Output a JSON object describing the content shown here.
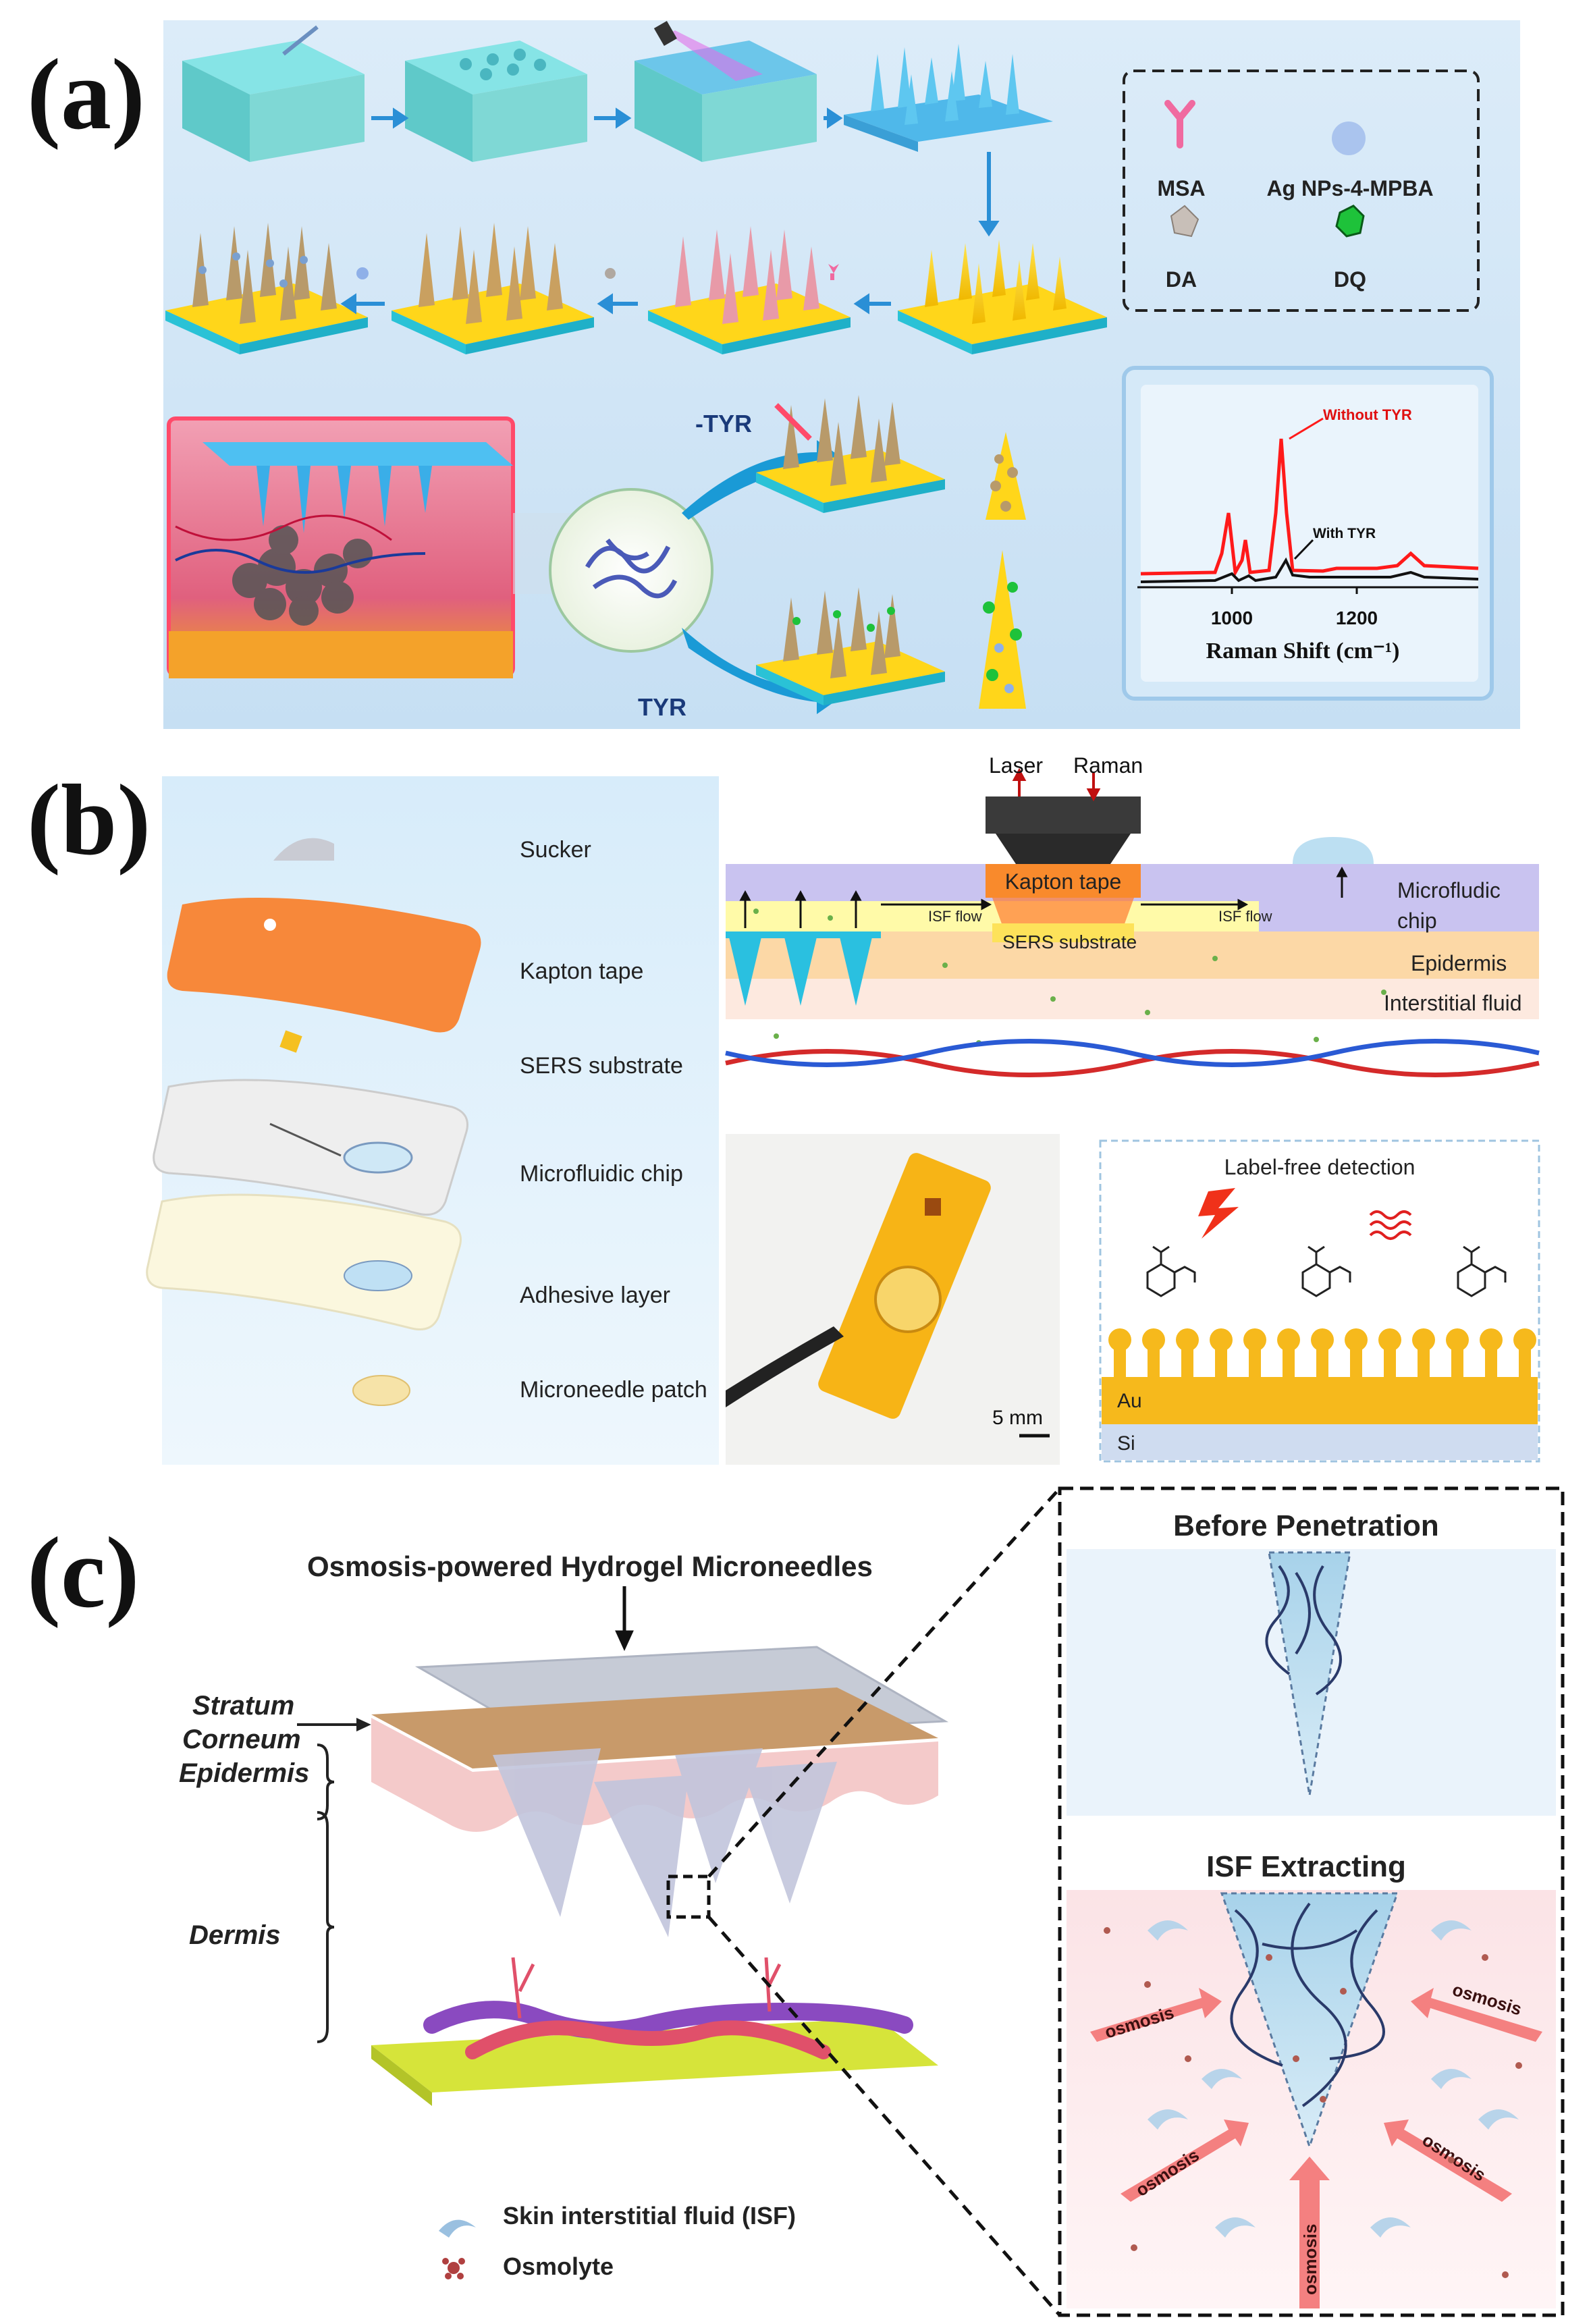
{
  "panel_a": {
    "label": "(a)",
    "legend": {
      "msa": "MSA",
      "agnp": "Ag NPs-4-MPBA",
      "da": "DA",
      "dq": "DQ"
    },
    "neg_tyr": "-TYR",
    "tyr": "TYR",
    "raman": {
      "without": "Without TYR",
      "with": "With TYR",
      "tick_1000": "1000",
      "tick_1200": "1200",
      "xlabel": "Raman  Shift (cm⁻¹)"
    }
  },
  "panel_b": {
    "label": "(b)",
    "layers": {
      "sucker": "Sucker",
      "kapton": "Kapton tape",
      "sers": "SERS substrate",
      "chip": "Microfluidic chip",
      "adhesive": "Adhesive layer",
      "patch": "Microneedle patch"
    },
    "cross": {
      "laser": "Laser",
      "raman": "Raman",
      "kapton": "Kapton tape",
      "isf1": "ISF flow",
      "isf2": "ISF flow",
      "sers": "SERS substrate",
      "microfludic": "Microfludic",
      "chip": "chip",
      "epidermis": "Epidermis",
      "interstitial": "Interstitial fluid"
    },
    "photo_scale": "5 mm",
    "detection": {
      "title": "Label-free detection",
      "au": "Au",
      "si": "Si"
    }
  },
  "panel_c": {
    "label": "(c)",
    "title": "Osmosis-powered  Hydrogel Microneedles",
    "stratum": "Stratum",
    "corneum": "Corneum",
    "epidermis": "Epidermis",
    "dermis": "Dermis",
    "before": "Before Penetration",
    "extracting": "ISF Extracting",
    "osmosis": "osmosis",
    "legend_isf": "Skin interstitial fluid (ISF)",
    "legend_osmolyte": "Osmolyte"
  }
}
